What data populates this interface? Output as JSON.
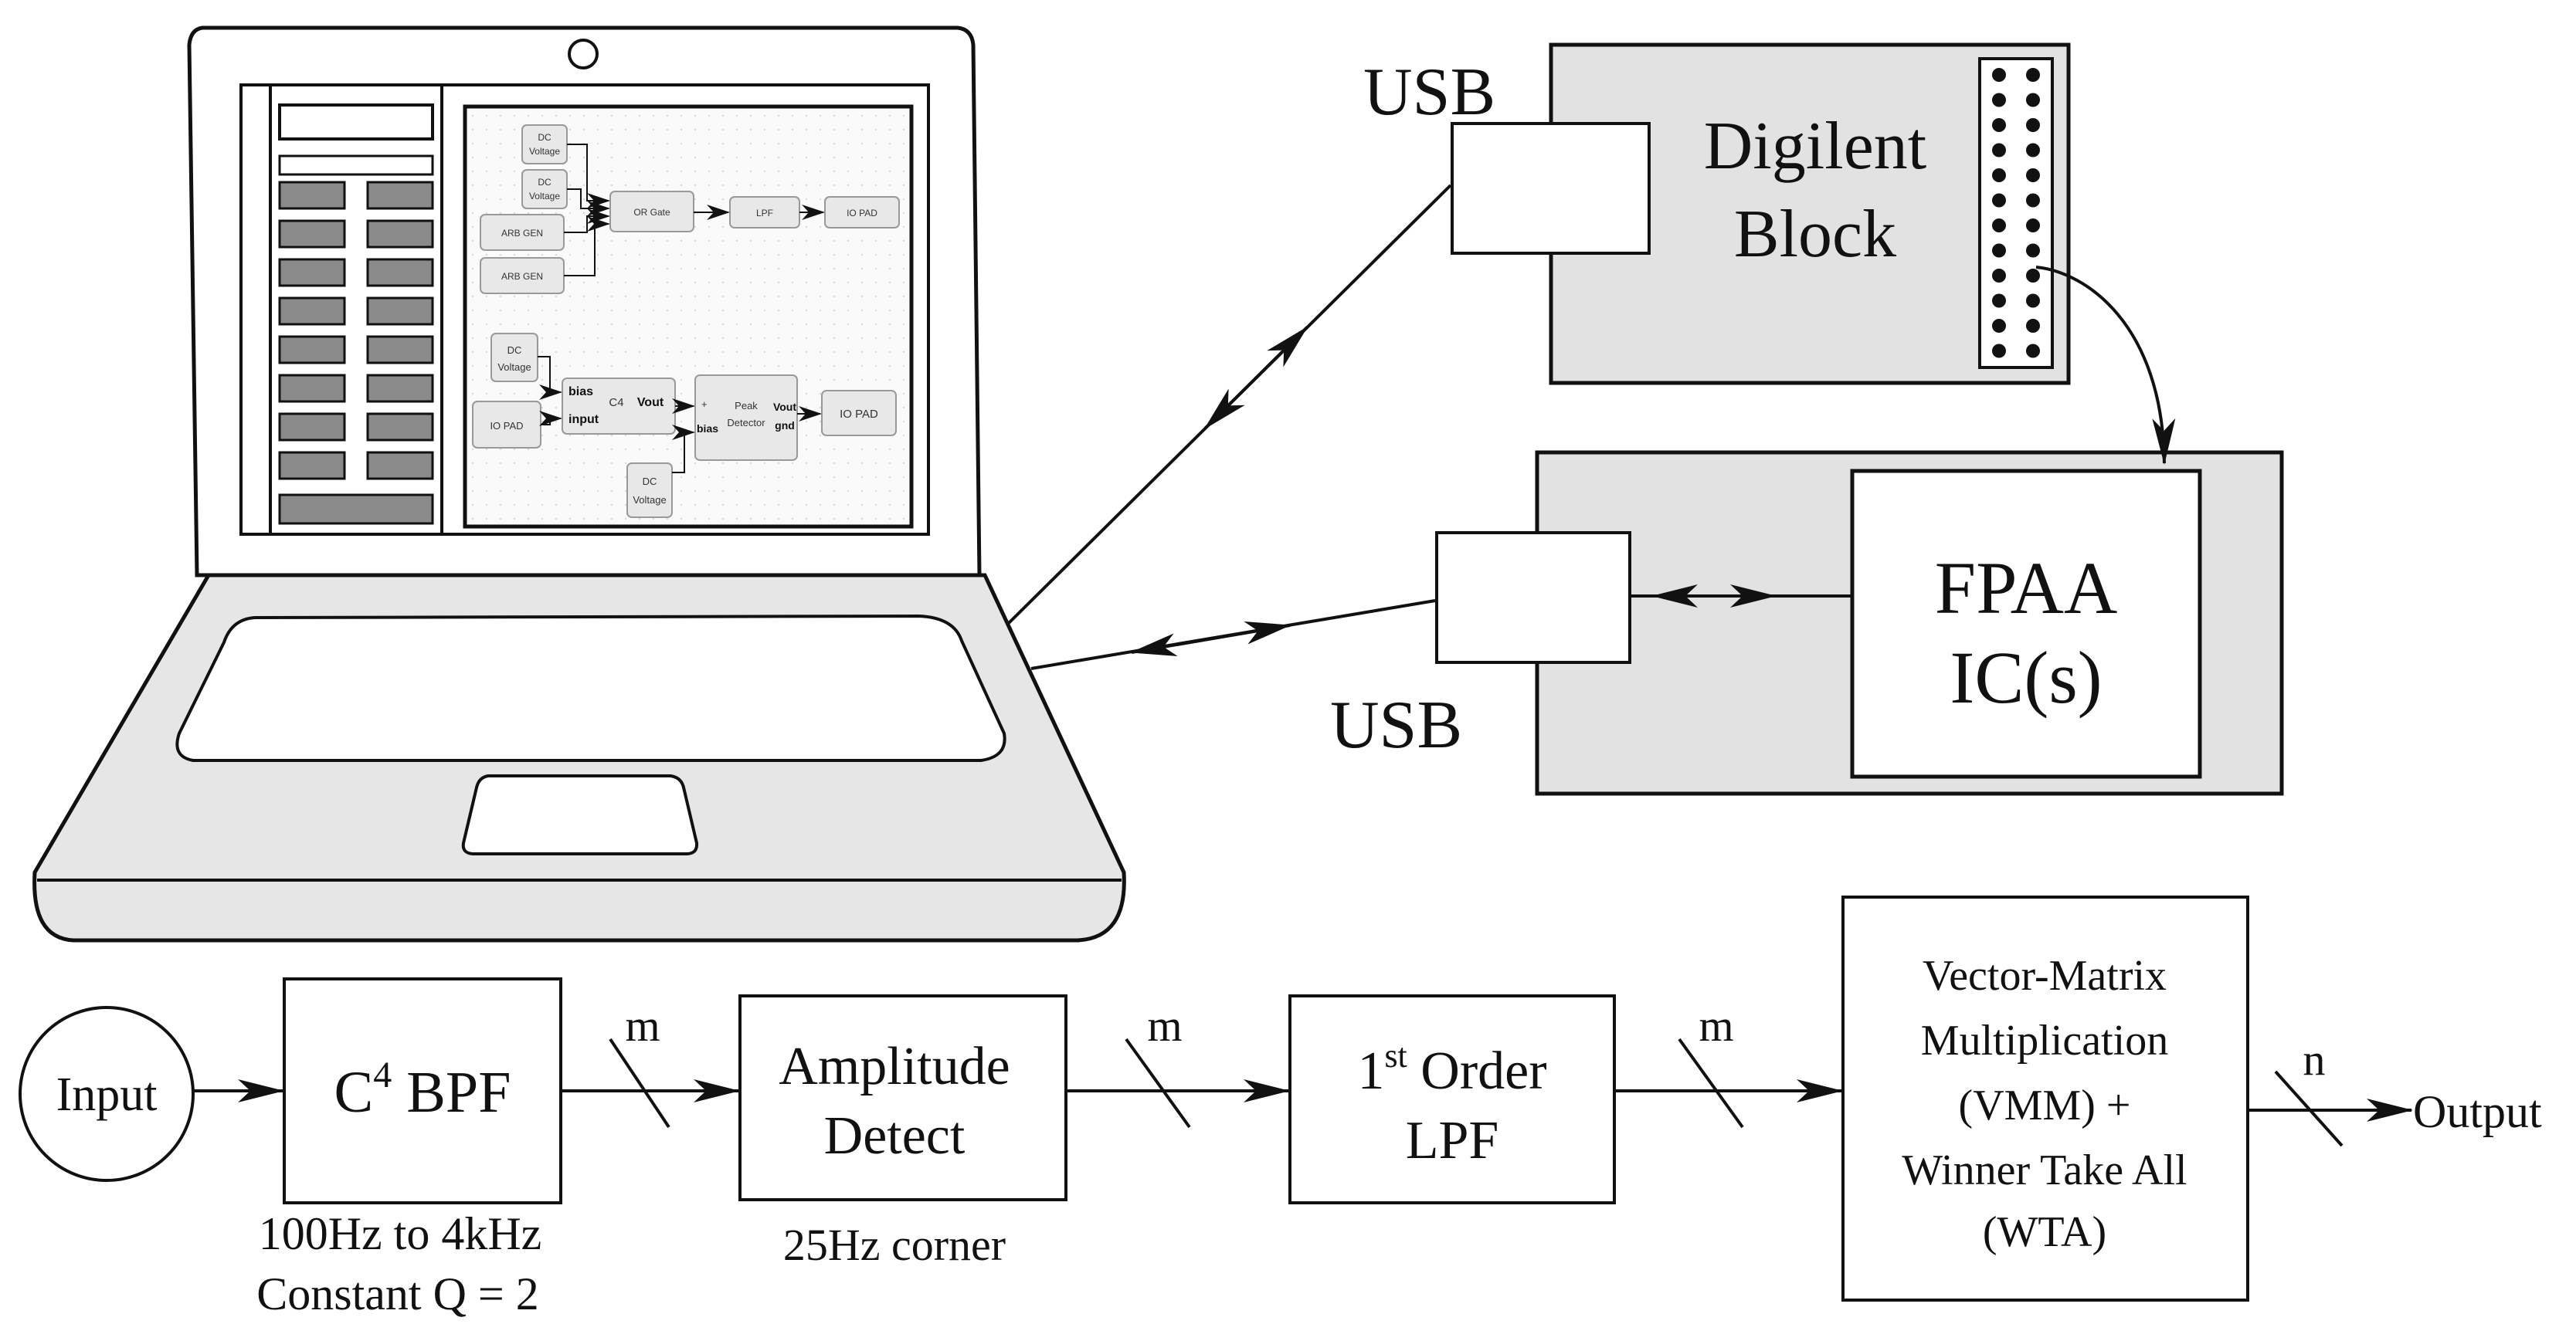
{
  "colors": {
    "stroke": "#111111",
    "panel_fill": "#e2e2e2",
    "block_fill": "#d6d6d6",
    "laptop_fill": "#e6e6e6"
  },
  "laptop": {
    "screen_blocks": {
      "top": [
        "DC",
        "Voltage",
        "DC",
        "Voltage",
        "ARB GEN",
        "ARB GEN",
        "OR Gate",
        "LPF",
        "IO PAD"
      ],
      "bottom": [
        "DC",
        "Voltage",
        "IO PAD",
        "bias",
        "input",
        "C4",
        "Vout",
        "+",
        "bias",
        "Peak",
        "Detector",
        "Vout",
        "gnd",
        "IO PAD",
        "DC",
        "Voltage"
      ]
    }
  },
  "hardware": {
    "usb_top_label": "USB",
    "digilent_line1": "Digilent",
    "digilent_line2": "Block",
    "usb_bottom_label": "USB",
    "fpaa_line1": "FPAA",
    "fpaa_line2": "IC(s)"
  },
  "pipeline": {
    "input": "Input",
    "bpf_c": "C",
    "bpf_sup": "4",
    "bpf_rest": " BPF",
    "bpf_note1": "100Hz to 4kHz",
    "bpf_note2": "Constant Q = 2",
    "amp_line1": "Amplitude",
    "amp_line2": "Detect",
    "amp_note": "25Hz corner",
    "lpf_num": "1",
    "lpf_sup": "st",
    "lpf_rest": " Order",
    "lpf_line2": "LPF",
    "vmm_lines": [
      "Vector-Matrix",
      "Multiplication",
      "(VMM) +",
      "Winner Take All",
      "(WTA)"
    ],
    "bus_m1": "m",
    "bus_m2": "m",
    "bus_m3": "m",
    "bus_n": "n",
    "output": "Output"
  }
}
